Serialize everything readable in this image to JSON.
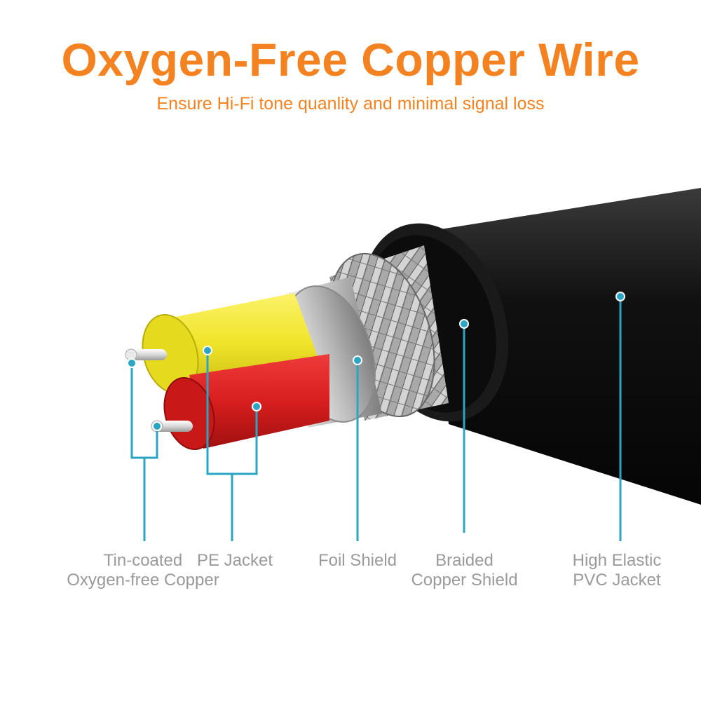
{
  "title": "Oxygen-Free Copper Wire",
  "subtitle": "Ensure Hi-Fi tone quanlity and minimal signal loss",
  "colors": {
    "accent": "#f58220",
    "callout": "#2aa5c4",
    "label": "#9a9a9a",
    "outer_jacket": "#111111",
    "yellow_core": "#f1e42a",
    "red_core": "#d81e1e"
  },
  "labels": {
    "tin_coated": {
      "line1": "Tin-coated",
      "line2": "Oxygen-free Copper"
    },
    "pe_jacket": {
      "line1": "PE Jacket"
    },
    "foil_shield": {
      "line1": "Foil Shield"
    },
    "braided_shield": {
      "line1": "Braided",
      "line2": "Copper Shield"
    },
    "pvc_jacket": {
      "line1": "High Elastic",
      "line2": "PVC Jacket"
    }
  }
}
